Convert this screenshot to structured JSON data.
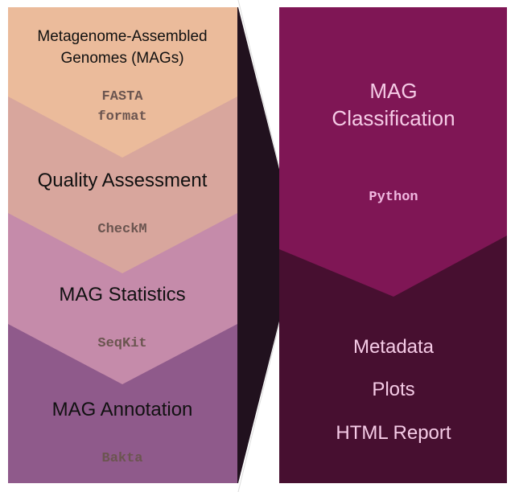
{
  "left_steps": [
    {
      "title_line1": "Metagenome-Assembled",
      "title_line2": "Genomes (MAGs)",
      "tool_line1": "FASTA",
      "tool_line2": "format"
    },
    {
      "title": "Quality Assessment",
      "tool": "CheckM"
    },
    {
      "title": "MAG Statistics",
      "tool": "SeqKit"
    },
    {
      "title": "MAG Annotation",
      "tool": "Bakta"
    }
  ],
  "right_steps": [
    {
      "title_line1": "MAG",
      "title_line2": "Classification",
      "tool": "Python"
    },
    {
      "outputs": [
        "Metadata",
        "Plots",
        "HTML Report"
      ]
    }
  ],
  "colors": {
    "step1": "#ebbb9b",
    "step2": "#d8a69d",
    "step3": "#c58baa",
    "step4": "#8f5a8b",
    "arrow": "#21111e",
    "classification": "#7f1655",
    "outputs": "#470f30"
  }
}
